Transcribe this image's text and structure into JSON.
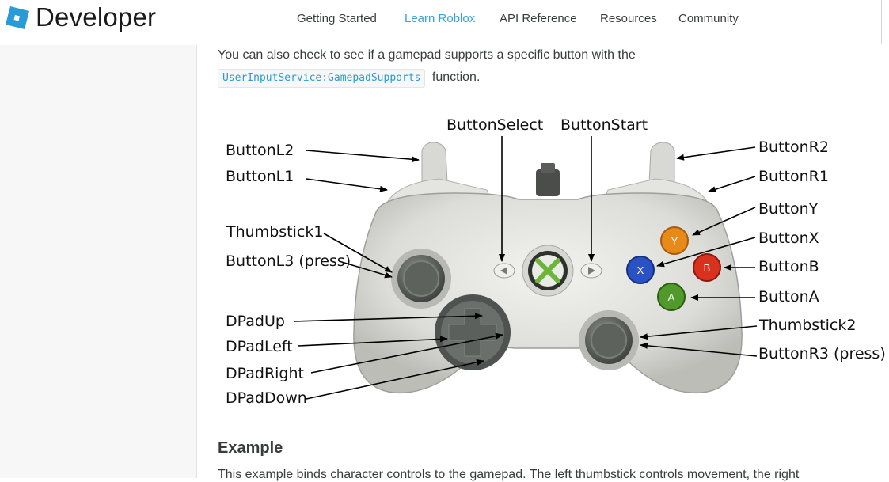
{
  "header": {
    "brand": "Developer",
    "nav": [
      {
        "label": "Getting Started",
        "active": false
      },
      {
        "label": "Learn Roblox",
        "active": true
      },
      {
        "label": "API Reference",
        "active": false
      },
      {
        "label": "Resources",
        "active": false
      },
      {
        "label": "Community",
        "active": false
      }
    ],
    "accent_color": "#3aa0d8"
  },
  "content": {
    "intro_before_code": "You can also check to see if a gamepad supports a specific button with the",
    "code_link": "UserInputService:GamepadSupports",
    "intro_after_code": "function.",
    "diagram_labels": {
      "button_select": "ButtonSelect",
      "button_start": "ButtonStart",
      "button_l2": "ButtonL2",
      "button_l1": "ButtonL1",
      "thumbstick1": "Thumbstick1",
      "button_l3": "ButtonL3 (press)",
      "dpad_up": "DPadUp",
      "dpad_left": "DPadLeft",
      "dpad_right": "DPadRight",
      "dpad_down": "DPadDown",
      "button_r2": "ButtonR2",
      "button_r1": "ButtonR1",
      "button_y": "ButtonY",
      "button_x": "ButtonX",
      "button_b": "ButtonB",
      "button_a": "ButtonA",
      "thumbstick2": "Thumbstick2",
      "button_r3": "ButtonR3 (press)"
    },
    "face_button_letters": {
      "y": "Y",
      "x": "X",
      "b": "B",
      "a": "A"
    },
    "example_heading": "Example",
    "example_text": "This example binds character controls to the gamepad. The left thumbstick controls movement, the right"
  }
}
